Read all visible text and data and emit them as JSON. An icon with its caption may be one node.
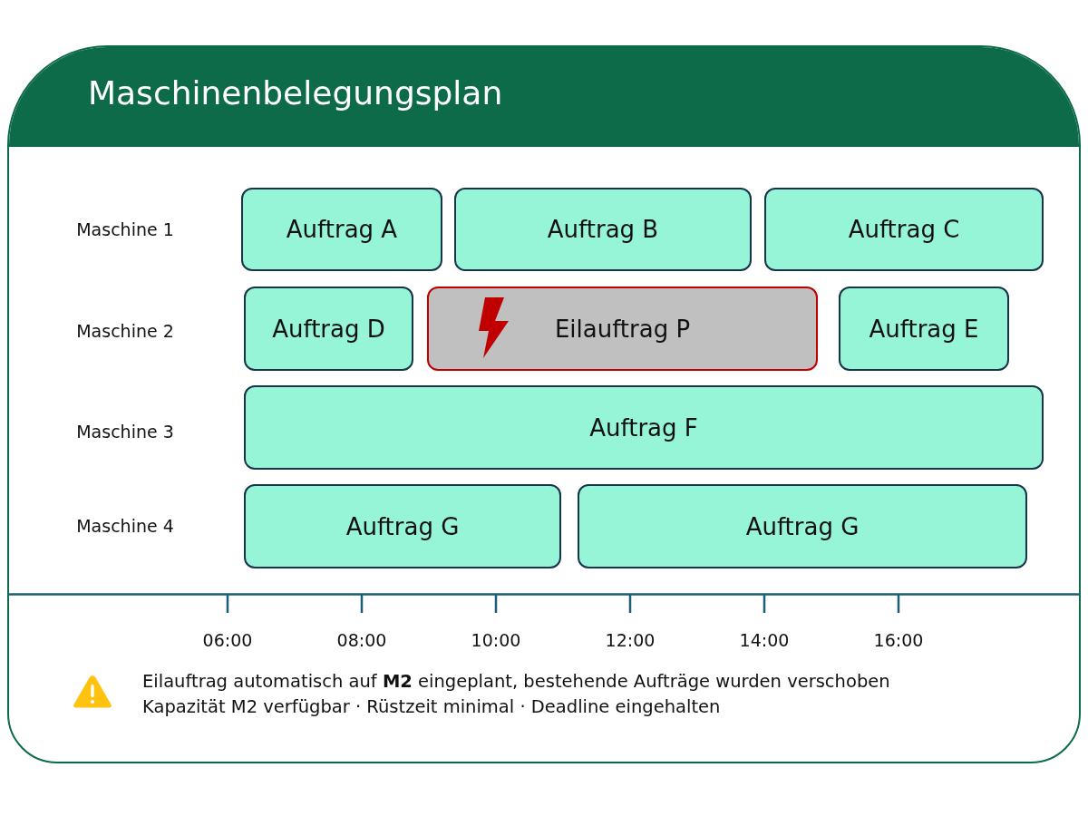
{
  "diagram": {
    "title": "Maschinenbelegungsplan",
    "nodes": [
      {
        "text": [
          "Auftrag A"
        ]
      },
      {
        "text": [
          "Auftrag B"
        ]
      },
      {
        "text": [
          "Auftrag C"
        ]
      },
      {
        "text": [
          "Auftrag D"
        ]
      },
      {
        "text": [
          "Eilauftrag P"
        ]
      },
      {
        "text": [
          "Auftrag E"
        ]
      },
      {
        "text": [
          "Auftrag F"
        ]
      },
      {
        "text": [
          "Auftrag G"
        ]
      },
      {
        "text": [
          "Auftrag G"
        ]
      }
    ],
    "labels": [
      "Maschine 1",
      "Maschine 2",
      "Maschine 3",
      "Maschine 4",
      "06:00",
      "08:00",
      "10:00",
      "12:00",
      "14:00",
      "16:00",
      "Eilauftrag automatisch auf **M2** eingeplant, bestehende Aufträge wurden verschoben",
      "Kapazität M2 verfügbar · Rüstzeit minimal · Deadline eingehalten"
    ]
  }
}
